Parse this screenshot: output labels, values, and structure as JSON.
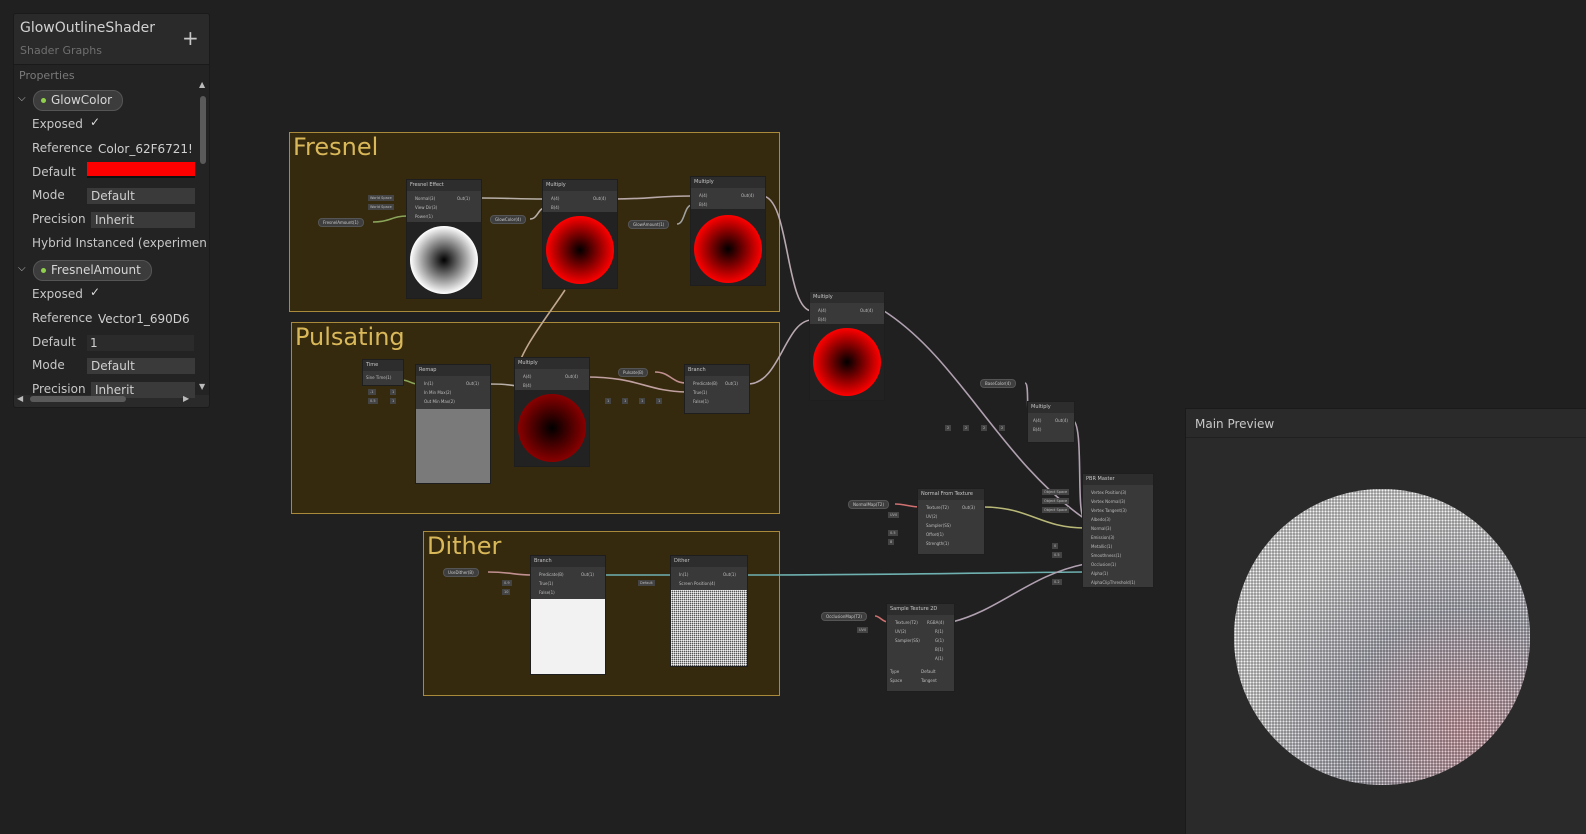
{
  "blackboard": {
    "title": "GlowOutlineShader",
    "subtitle": "Shader Graphs",
    "add_icon": "plus-icon",
    "section_label": "Properties",
    "props": [
      {
        "name": "GlowColor",
        "exposed_label": "Exposed",
        "reference_label": "Reference",
        "reference_value": "Color_62F6721!",
        "default_label": "Default",
        "default_color": "#ff0000",
        "mode_label": "Mode",
        "mode_value": "Default",
        "precision_label": "Precision",
        "precision_value": "Inherit",
        "hybrid_label": "Hybrid Instanced (experimen"
      },
      {
        "name": "FresnelAmount",
        "exposed_label": "Exposed",
        "reference_label": "Reference",
        "reference_value": "Vector1_690D6",
        "default_label": "Default",
        "default_value": "1",
        "mode_label": "Mode",
        "mode_value": "Default",
        "precision_label": "Precision",
        "precision_value": "Inherit"
      }
    ]
  },
  "groups": {
    "fresnel": "Fresnel",
    "pulsating": "Pulsating",
    "dither": "Dither"
  },
  "nodes": {
    "fresnel_effect": {
      "title": "Fresnel Effect",
      "ports": [
        "Normal(3)",
        "View Dir(3)",
        "Power(1)"
      ],
      "out": "Out(1)",
      "tags": [
        "World Space",
        "World Space"
      ]
    },
    "multiply1": {
      "title": "Multiply",
      "ports": [
        "A(4)",
        "B(4)"
      ],
      "out": "Out(4)"
    },
    "multiply2": {
      "title": "Multiply",
      "ports": [
        "A(4)",
        "B(4)"
      ],
      "out": "Out(4)"
    },
    "multiply3": {
      "title": "Multiply",
      "ports": [
        "A(4)",
        "B(4)"
      ],
      "out": "Out(4)"
    },
    "multiply4": {
      "title": "Multiply",
      "ports": [
        "A(4)",
        "B(4)"
      ],
      "out": "Out(4)"
    },
    "time": {
      "title": "Time",
      "out": "Sine Time(1)"
    },
    "remap": {
      "title": "Remap",
      "ports": [
        "In(1)",
        "In Min Max(2)",
        "Out Min Max(2)"
      ],
      "out": "Out(1)"
    },
    "branch1": {
      "title": "Branch",
      "ports": [
        "Predicate(B)",
        "True(1)",
        "False(1)"
      ],
      "out": "Out(1)"
    },
    "branch2": {
      "title": "Branch",
      "ports": [
        "Predicate(B)",
        "True(1)",
        "False(1)"
      ],
      "out": "Out(1)"
    },
    "dither": {
      "title": "Dither",
      "ports": [
        "In(1)",
        "Screen Position(4)"
      ],
      "out": "Out(1)"
    },
    "normal_from_texture": {
      "title": "Normal From Texture",
      "ports": [
        "Texture(T2)",
        "UV(2)",
        "Sampler(SS)",
        "Offset(1)",
        "Strength(1)"
      ],
      "out": "Out(3)"
    },
    "sample_texture": {
      "title": "Sample Texture 2D",
      "ports": [
        "Texture(T2)",
        "UV(2)",
        "Sampler(SS)"
      ],
      "outs": [
        "RGBA(4)",
        "R(1)",
        "G(1)",
        "B(1)",
        "A(1)"
      ],
      "type_label": "Type",
      "type_value": "Default",
      "space_label": "Space",
      "space_value": "Tangent"
    },
    "pbr_master": {
      "title": "PBR Master",
      "ports": [
        "Vertex Position(3)",
        "Vertex Normal(3)",
        "Vertex Tangent(3)",
        "Albedo(3)",
        "Normal(3)",
        "Emission(3)",
        "Metallic(1)",
        "Smoothness(1)",
        "Occlusion(1)",
        "Alpha(1)",
        "AlphaClipThreshold(1)"
      ],
      "tags": [
        "Object Space",
        "Object Space",
        "Object Space"
      ]
    }
  },
  "chips": {
    "fresnel_amount": "FresnelAmount(1)",
    "glow_color": "GlowColor(4)",
    "glow_amount": "GlowAmount(1)",
    "pulsate": "Pulsate(B)",
    "base_color": "BaseColor(4)",
    "normal_map": "NormalMap(T2)",
    "use_dither": "UseDither(B)",
    "occlusion_map": "OcclusionMap(T2)"
  },
  "inputs": {
    "remap_in": [
      "-1",
      "1"
    ],
    "remap_out": [
      "0.5",
      "1"
    ],
    "branch1_false": [
      "1",
      "1",
      "1",
      "1"
    ],
    "multiply4_b": [
      "2",
      "2",
      "2",
      "2"
    ],
    "branch2_true": "0.9",
    "branch2_false": "10",
    "dither_pos": "Default",
    "nft_uv": "UV0",
    "nft_offset": "0.5",
    "nft_strength": "8",
    "st_uv": "UV0",
    "pbr_metallic": "0",
    "pbr_smoothness": "0.5",
    "pbr_alpha_clip": "0.2"
  },
  "main_preview": {
    "title": "Main Preview"
  },
  "colors": {
    "group_bg": "#35290e",
    "group_border": "#a88a3a",
    "group_title": "#d9b85a",
    "glow": "#ff0000"
  }
}
